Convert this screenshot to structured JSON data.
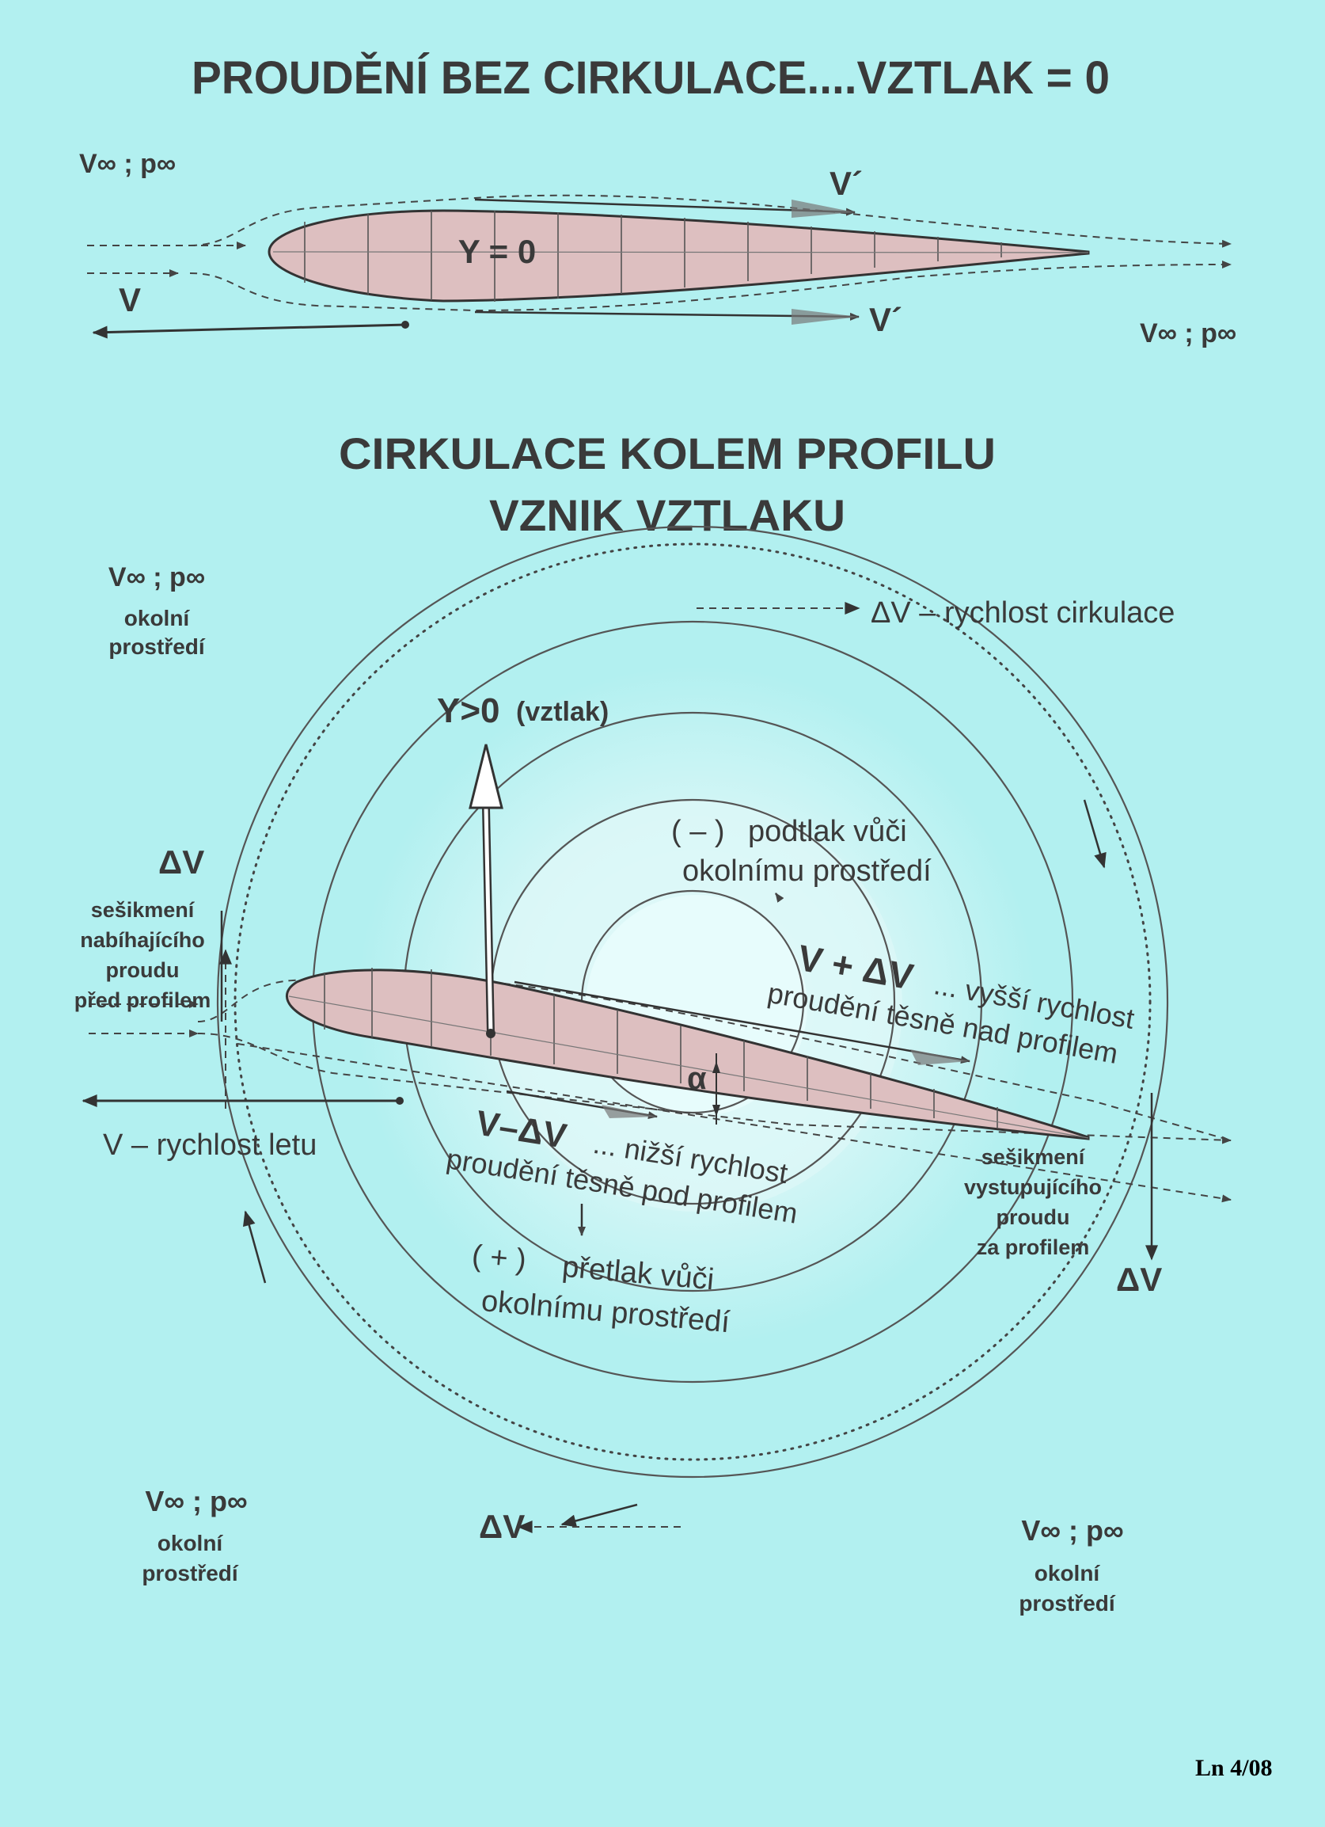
{
  "top": {
    "title": "PROUDĚNÍ BEZ CIRKULACE....VZTLAK = 0",
    "free_stream_left": "V∞ ; p∞",
    "free_stream_right": "V∞ ; p∞",
    "v_label": "V",
    "v_prime_upper": "V´",
    "v_prime_lower": "V´",
    "lift_label": "Y = 0"
  },
  "bottom": {
    "title_line1": "CIRKULACE KOLEM PROFILU",
    "title_line2": "VZNIK VZTLAKU",
    "env_top_left": {
      "symbol": "V∞ ; p∞",
      "line1": "okolní",
      "line2": "prostředí"
    },
    "env_bottom_left": {
      "symbol": "V∞ ; p∞",
      "line1": "okolní",
      "line2": "prostředí"
    },
    "env_bottom_right": {
      "symbol": "V∞ ; p∞",
      "line1": "okolní",
      "line2": "prostředí"
    },
    "circulation_speed": "ΔV – rychlost cirkulace",
    "lift": "Y>0",
    "lift_note": "(vztlak)",
    "suction_sign": "( – )",
    "suction_line1": "podtlak vůči",
    "suction_line2": "okolnímu prostředí",
    "upper_speed_symbol": "V + ΔV",
    "upper_speed_line1": "... vyšší rychlost",
    "upper_speed_line2": "proudění těsně nad profilem",
    "alpha": "α",
    "lower_speed_symbol": "V–ΔV",
    "lower_speed_line1": "... nižší rychlost",
    "lower_speed_line2": "proudění těsně pod profilem",
    "pressure_sign": "( + )",
    "pressure_line1": "přetlak vůči",
    "pressure_line2": "okolnímu prostředí",
    "flight_speed": "V – rychlost letu",
    "delta_v_left": "ΔV",
    "inflow_line1": "sešikmení",
    "inflow_line2": "nabíhajícího",
    "inflow_line3": "proudu",
    "inflow_line4": "před profilem",
    "outflow_line1": "sešikmení",
    "outflow_line2": "vystupujícího",
    "outflow_line3": "proudu",
    "outflow_line4": "za profilem",
    "delta_v_right": "ΔV",
    "delta_v_bottom": "ΔV"
  },
  "footer": {
    "code": "Ln 4/08"
  },
  "colors": {
    "background": "#b2f0f0",
    "profile_fill": "#ddbfc0",
    "ink": "#3a3a3a",
    "zone_light": "#e4fafa"
  }
}
